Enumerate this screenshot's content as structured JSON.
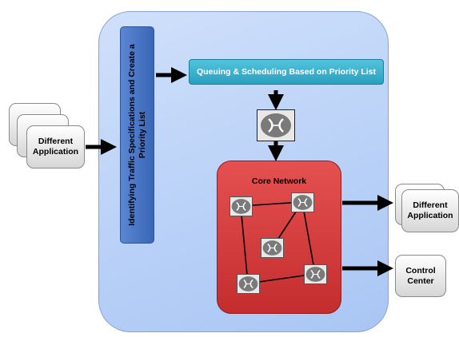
{
  "left_app": {
    "label": "Different Application"
  },
  "right_app": {
    "label": "Different Application"
  },
  "identify_box": {
    "label": "Identifying Traffic Specifications and Create a Priority List"
  },
  "queue_box": {
    "label": "Queuing & Scheduling Based on Priority List"
  },
  "core_network": {
    "title": "Core Network"
  },
  "control_center": {
    "label": "Control Center"
  },
  "colors": {
    "canvas": "#b8d0f7",
    "identify_box": "#4472c4",
    "queue_box": "#3cb4d0",
    "core_network": "#d83b3b",
    "arrows": "#000000"
  },
  "icons": {
    "router": "router-icon"
  }
}
